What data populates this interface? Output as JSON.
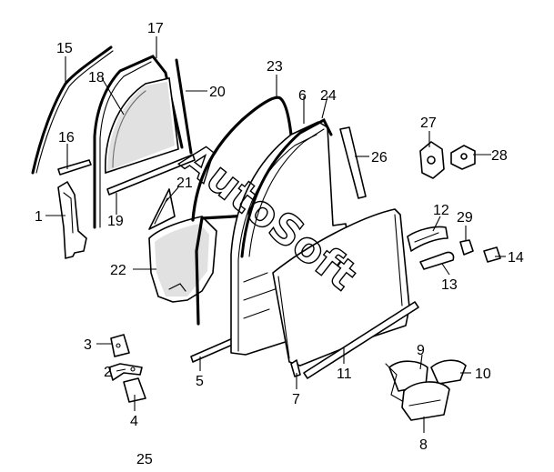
{
  "diagram": {
    "watermark": "AutoSoft",
    "callouts": [
      "1",
      "2",
      "3",
      "4",
      "5",
      "6",
      "7",
      "8",
      "9",
      "10",
      "11",
      "12",
      "13",
      "14",
      "15",
      "16",
      "17",
      "18",
      "19",
      "20",
      "21",
      "22",
      "23",
      "24",
      "25",
      "26",
      "27",
      "28",
      "29"
    ]
  }
}
